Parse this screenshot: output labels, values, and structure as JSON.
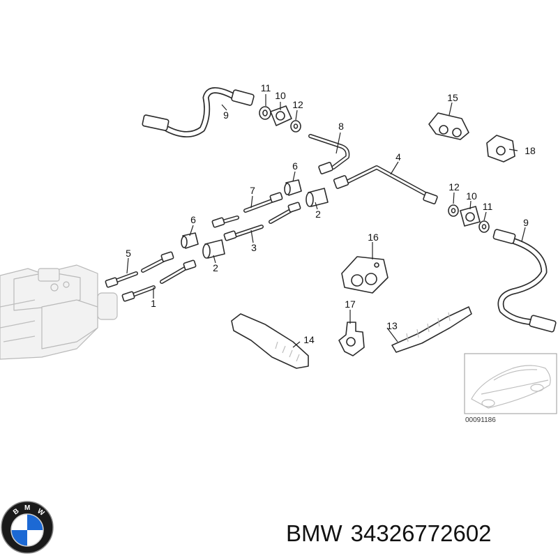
{
  "diagram": {
    "callouts": {
      "p1": "1",
      "p2a": "2",
      "p2b": "2",
      "p3": "3",
      "p4": "4",
      "p5": "5",
      "p6a": "6",
      "p6b": "6",
      "p7": "7",
      "p8": "8",
      "p9a": "9",
      "p9b": "9",
      "p10a": "10",
      "p10b": "10",
      "p11a": "11",
      "p11b": "11",
      "p12a": "12",
      "p12b": "12",
      "p13": "13",
      "p14": "14",
      "p15": "15",
      "p16": "16",
      "p17": "17",
      "p18": "18"
    },
    "inset_ref": "00091186"
  },
  "footer": {
    "brand": "BMW",
    "part_number": "34326772602"
  },
  "logo": {
    "letters": "BMW",
    "colors": {
      "blue": "#1c69d4",
      "ring": "#1a1a1a",
      "white": "#ffffff"
    }
  }
}
